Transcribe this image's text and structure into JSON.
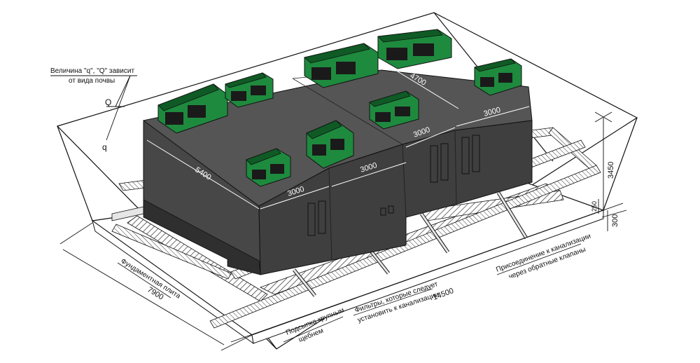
{
  "labels": {
    "q_note_line1": "Величина \"q\", \"Q\" зависит",
    "q_note_line2": "от вида почвы",
    "Q": "Q",
    "q": "q",
    "foundation_slab": "Фундаментная плита",
    "gravel_line1": "Подсыпка крупным",
    "gravel_line2": "щебнем",
    "filters_line1": "Фильтры, которые следует",
    "filters_line2": "установить к канализации",
    "sewer_line1": "Присоединение к канализации",
    "sewer_line2": "через обратные клапаны"
  },
  "dimensions": {
    "d5400": "5400",
    "d4700": "4700",
    "d3000_a": "3000",
    "d3000_b": "3000",
    "d3000_c": "3000",
    "d3000_d": "3000",
    "d3450": "3450",
    "d250": "250",
    "d300": "300",
    "d7900": "7900",
    "d14500": "14500"
  },
  "colors": {
    "building": "#474747",
    "building_side": "#3a3a3a",
    "building_top": "#555555",
    "roof_unit": "#1e8a3e",
    "roof_unit_dark": "#0f5a25",
    "window": "#1a1a1a",
    "pipe": "#d9d9d9"
  }
}
